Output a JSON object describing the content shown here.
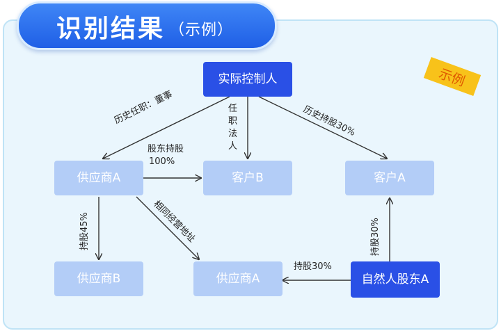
{
  "header": {
    "title": "识别结果",
    "subtitle": "（示例）"
  },
  "badge": "示例",
  "nodes": {
    "controller": "实际控制人",
    "supplier_a_top": "供应商A",
    "customer_b": "客户B",
    "customer_a": "客户A",
    "supplier_b": "供应商B",
    "supplier_a_bottom": "供应商A",
    "natural_shareholder": "自然人股东A"
  },
  "edge_labels": {
    "history_director": "历史任职：董事",
    "legal_rep": "任职法人",
    "history_holding_30": "历史持股30%",
    "shareholder_100_line1": "股东持股",
    "shareholder_100_line2": "100%",
    "same_address": "相同经营地址",
    "holding_45": "持股45%",
    "holding_30_left": "持股30%",
    "holding_30_up": "持股30%"
  },
  "colors": {
    "dark_node": "#2a50e6",
    "light_node": "#b3cdf7",
    "panel_bg": "#eaf6fd",
    "title_bg": "#2f74f2",
    "badge_bg": "#f8c21a",
    "badge_text": "#e05a00",
    "edge": "#333333"
  }
}
